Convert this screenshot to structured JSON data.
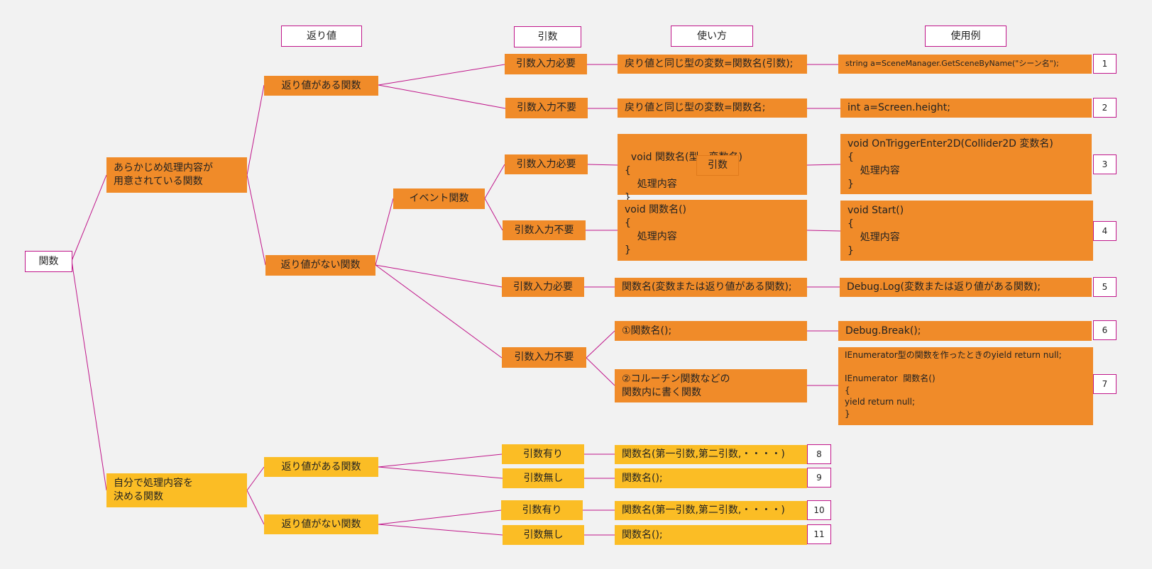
{
  "headers": {
    "return_value": "返り値",
    "arguments": "引数",
    "usage": "使い方",
    "example": "使用例"
  },
  "tree": {
    "root": "関数",
    "predefined": "あらかじめ処理内容が\n用意されている関数",
    "user_defined": "自分で処理内容を\n決める関数",
    "with_return": "返り値がある関数",
    "without_return": "返り値がない関数",
    "event_function": "イベント関数",
    "user_with_return": "返り値がある関数",
    "user_without_return": "返り値がない関数"
  },
  "args": {
    "a1": "引数入力必要",
    "a2": "引数入力不要",
    "a3": "引数入力必要",
    "a4": "引数入力不要",
    "a5": "引数入力必要",
    "a6": "引数入力不要",
    "a8": "引数有り",
    "a9": "引数無し",
    "a10": "引数有り",
    "a11": "引数無し"
  },
  "usage": {
    "u1": "戻り値と同じ型の変数=関数名(引数);",
    "u2": "戻り値と同じ型の変数=関数名;",
    "u3": "void 関数名(型　変数名)\n{\n    処理内容\n}",
    "u3_inner": "引数",
    "u4": "void 関数名()\n{\n    処理内容\n}",
    "u5": "関数名(変数または返り値がある関数);",
    "u6": "①関数名();",
    "u7": "②コルーチン関数などの\n関数内に書く関数",
    "u8": "関数名(第一引数,第二引数,・・・・)",
    "u9": "関数名();",
    "u10": "関数名(第一引数,第二引数,・・・・)",
    "u11": "関数名();"
  },
  "examples": {
    "e1": "string a=SceneManager.GetSceneByName(\"シーン名\");",
    "e2": "int a=Screen.height;",
    "e3": "void OnTriggerEnter2D(Collider2D 変数名)\n{\n    処理内容\n}",
    "e4": "void Start()\n{\n    処理内容\n}",
    "e5": "Debug.Log(変数または返り値がある関数);",
    "e6": "Debug.Break();",
    "e7": "IEnumerator型の関数を作ったときのyield return null;\n\nIEnumerator  関数名()\n{\nyield return null;\n}"
  },
  "numbers": [
    "1",
    "2",
    "3",
    "4",
    "5",
    "6",
    "7",
    "8",
    "9",
    "10",
    "11"
  ],
  "colors": {
    "line": "#c0168a",
    "orange": "#f08b29",
    "yellow": "#fbbd25",
    "background": "#f2f2f2"
  }
}
